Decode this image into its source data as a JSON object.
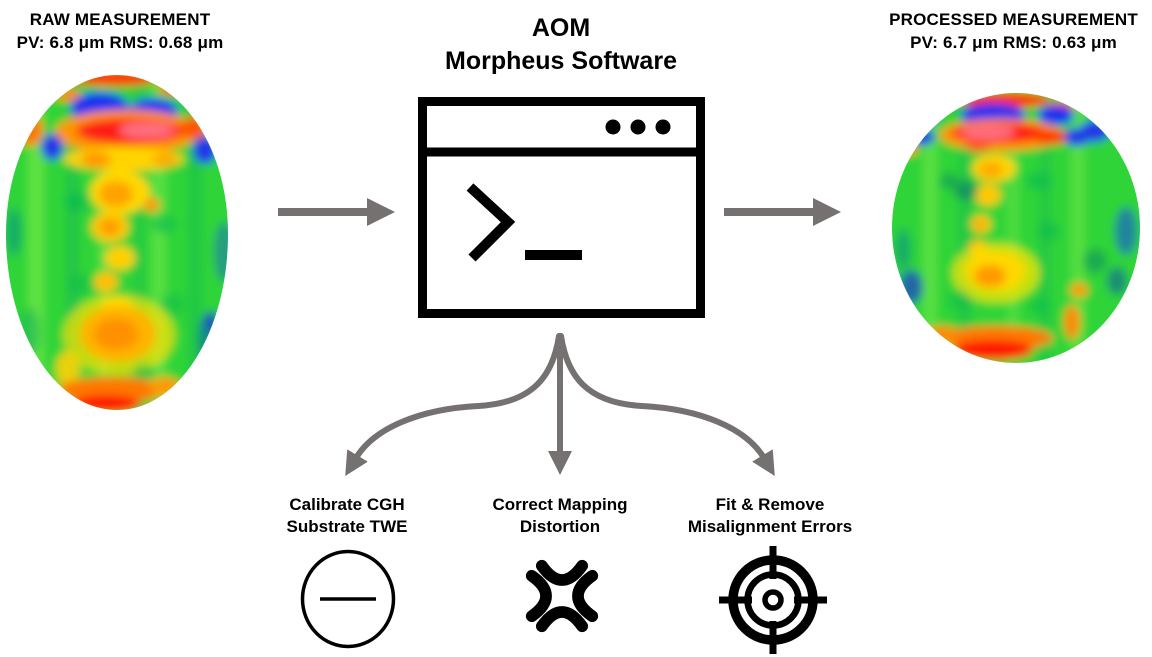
{
  "raw_measurement": {
    "title": "RAW MEASUREMENT",
    "stats": "PV: 6.8 μm RMS: 0.68 μm",
    "map_shape": "egg-shaped surface error map",
    "map_palette_note": "green base, blue patches top, red band near top, yellow-orange central streak, orange bottom blob, red bottom fringe"
  },
  "processed_measurement": {
    "title": "PROCESSED MEASUREMENT",
    "stats": "PV: 6.7 μm RMS: 0.63 μm",
    "map_shape": "circular surface error map",
    "map_palette_note": "green base, blue patches top, red band near top, yellow center blobs, red bottom fringe"
  },
  "software": {
    "name_line1": "AOM",
    "name_line2": "Morpheus Software",
    "icon": "terminal-window-icon"
  },
  "steps": [
    {
      "line1": "Calibrate CGH",
      "line2": "Substrate TWE",
      "icon": "circle-minus-icon"
    },
    {
      "line1": "Correct Mapping",
      "line2": "Distortion",
      "icon": "distortion-icon"
    },
    {
      "line1": "Fit & Remove",
      "line2": "Misalignment Errors",
      "icon": "crosshair-target-icon"
    }
  ],
  "colors": {
    "arrow_gray": "#767171",
    "ink_black": "#000000",
    "heatmap_scale_low_to_high": [
      "#1531f0",
      "#2fd437",
      "#ffd400",
      "#ff9500",
      "#ff1e12"
    ]
  }
}
